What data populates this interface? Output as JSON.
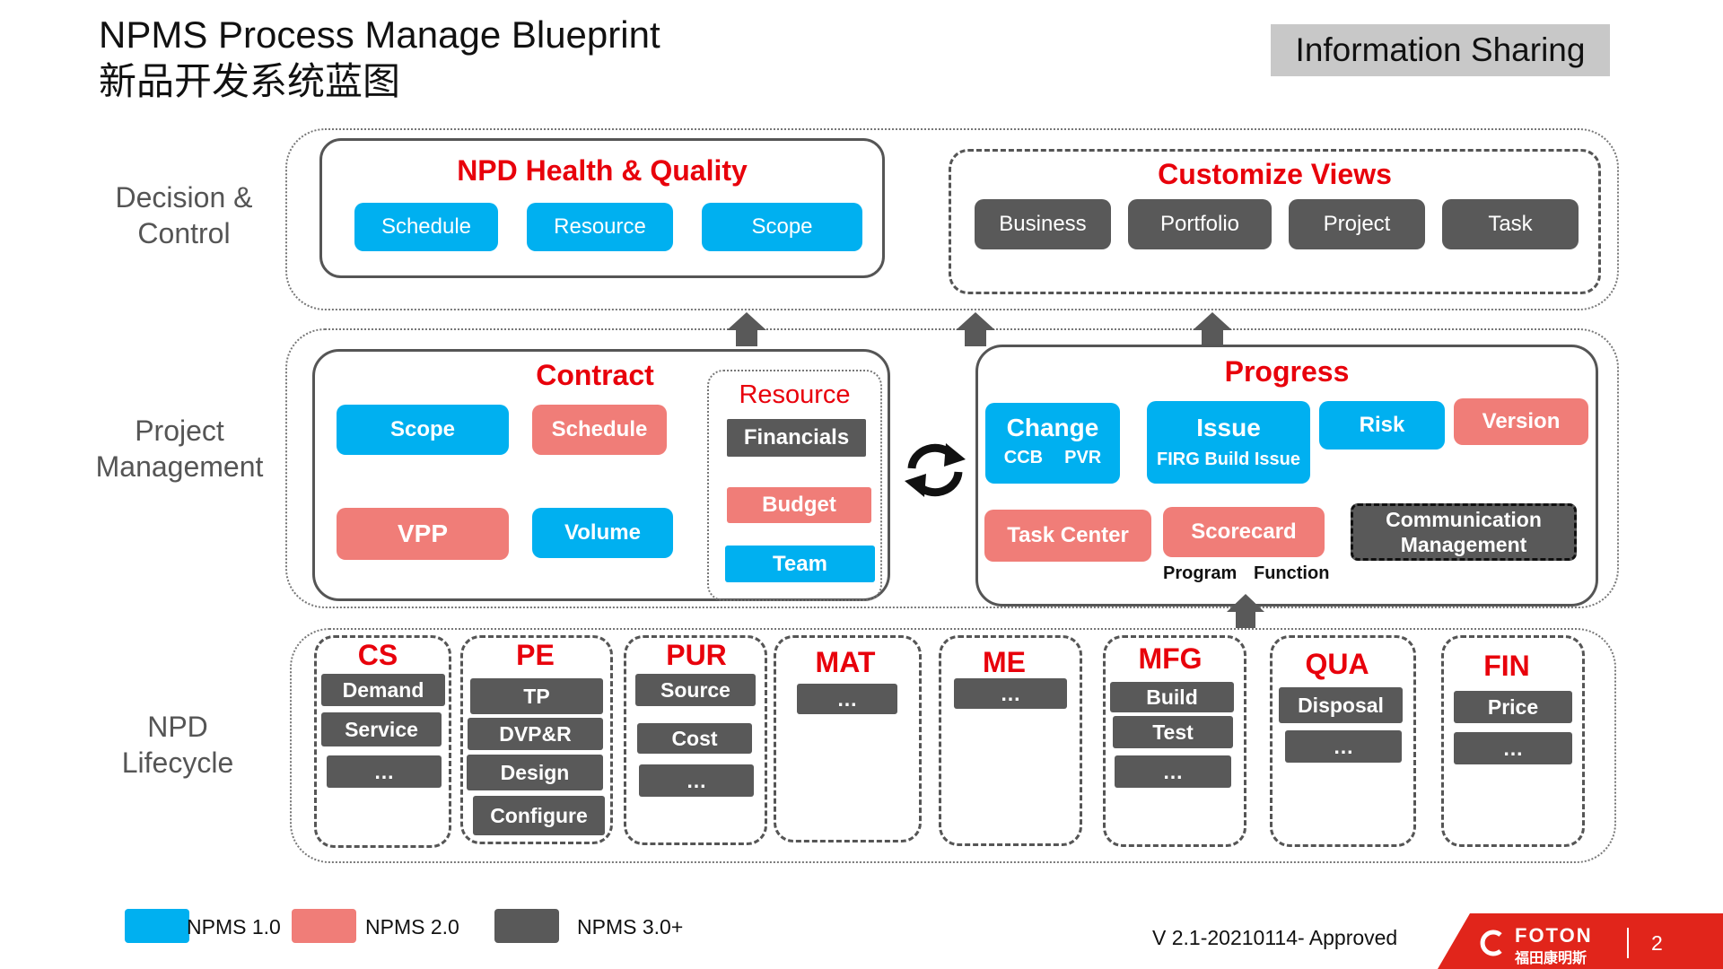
{
  "header": {
    "title_en": "NPMS Process Manage Blueprint",
    "title_cn": "新品开发系统蓝图",
    "badge": "Information Sharing"
  },
  "rows": {
    "decision": "Decision &\nControl",
    "project": "Project\nManagement",
    "lifecycle": "NPD\nLifecycle"
  },
  "health": {
    "title": "NPD Health & Quality",
    "items": [
      "Schedule",
      "Resource",
      "Scope"
    ]
  },
  "views": {
    "title": "Customize Views",
    "items": [
      "Business",
      "Portfolio",
      "Project",
      "Task"
    ]
  },
  "contract": {
    "title": "Contract",
    "scope": "Scope",
    "schedule": "Schedule",
    "vpp": "VPP",
    "volume": "Volume"
  },
  "resource": {
    "title": "Resource",
    "financials": "Financials",
    "budget": "Budget",
    "team": "Team"
  },
  "progress": {
    "title": "Progress",
    "change": "Change",
    "change_tags": [
      "CCB",
      "PVR"
    ],
    "issue": "Issue",
    "issue_tags": "FIRG Build Issue",
    "risk": "Risk",
    "version": "Version",
    "task_center": "Task Center",
    "scorecard": "Scorecard",
    "scorecard_tags": [
      "Program",
      "Function"
    ],
    "communication": "Communication\nManagement"
  },
  "lifecycle": {
    "cs": {
      "title": "CS",
      "items": [
        "Demand",
        "Service",
        "…"
      ]
    },
    "pe": {
      "title": "PE",
      "items": [
        "TP",
        "DVP&R",
        "Design",
        "Configure"
      ]
    },
    "pur": {
      "title": "PUR",
      "items": [
        "Source",
        "Cost",
        "…"
      ]
    },
    "mat": {
      "title": "MAT",
      "items": [
        "…"
      ]
    },
    "me": {
      "title": "ME",
      "items": [
        "…"
      ]
    },
    "mfg": {
      "title": "MFG",
      "items": [
        "Build",
        "Test",
        "…"
      ]
    },
    "qua": {
      "title": "QUA",
      "items": [
        "Disposal",
        "…"
      ]
    },
    "fin": {
      "title": "FIN",
      "items": [
        "Price",
        "…"
      ]
    }
  },
  "legend": {
    "npms1": "NPMS 1.0",
    "npms2": "NPMS 2.0",
    "npms3": "NPMS 3.0+"
  },
  "footer": {
    "version": "V 2.1-20210114- Approved",
    "brand_en": "FOTON",
    "brand_cn": "福田康明斯",
    "page": "2"
  },
  "colors": {
    "npms1": "#00b0f0",
    "npms2": "#f07d78",
    "npms3": "#595959",
    "heading_red": "#e8000b",
    "brand_red": "#e1251b"
  }
}
